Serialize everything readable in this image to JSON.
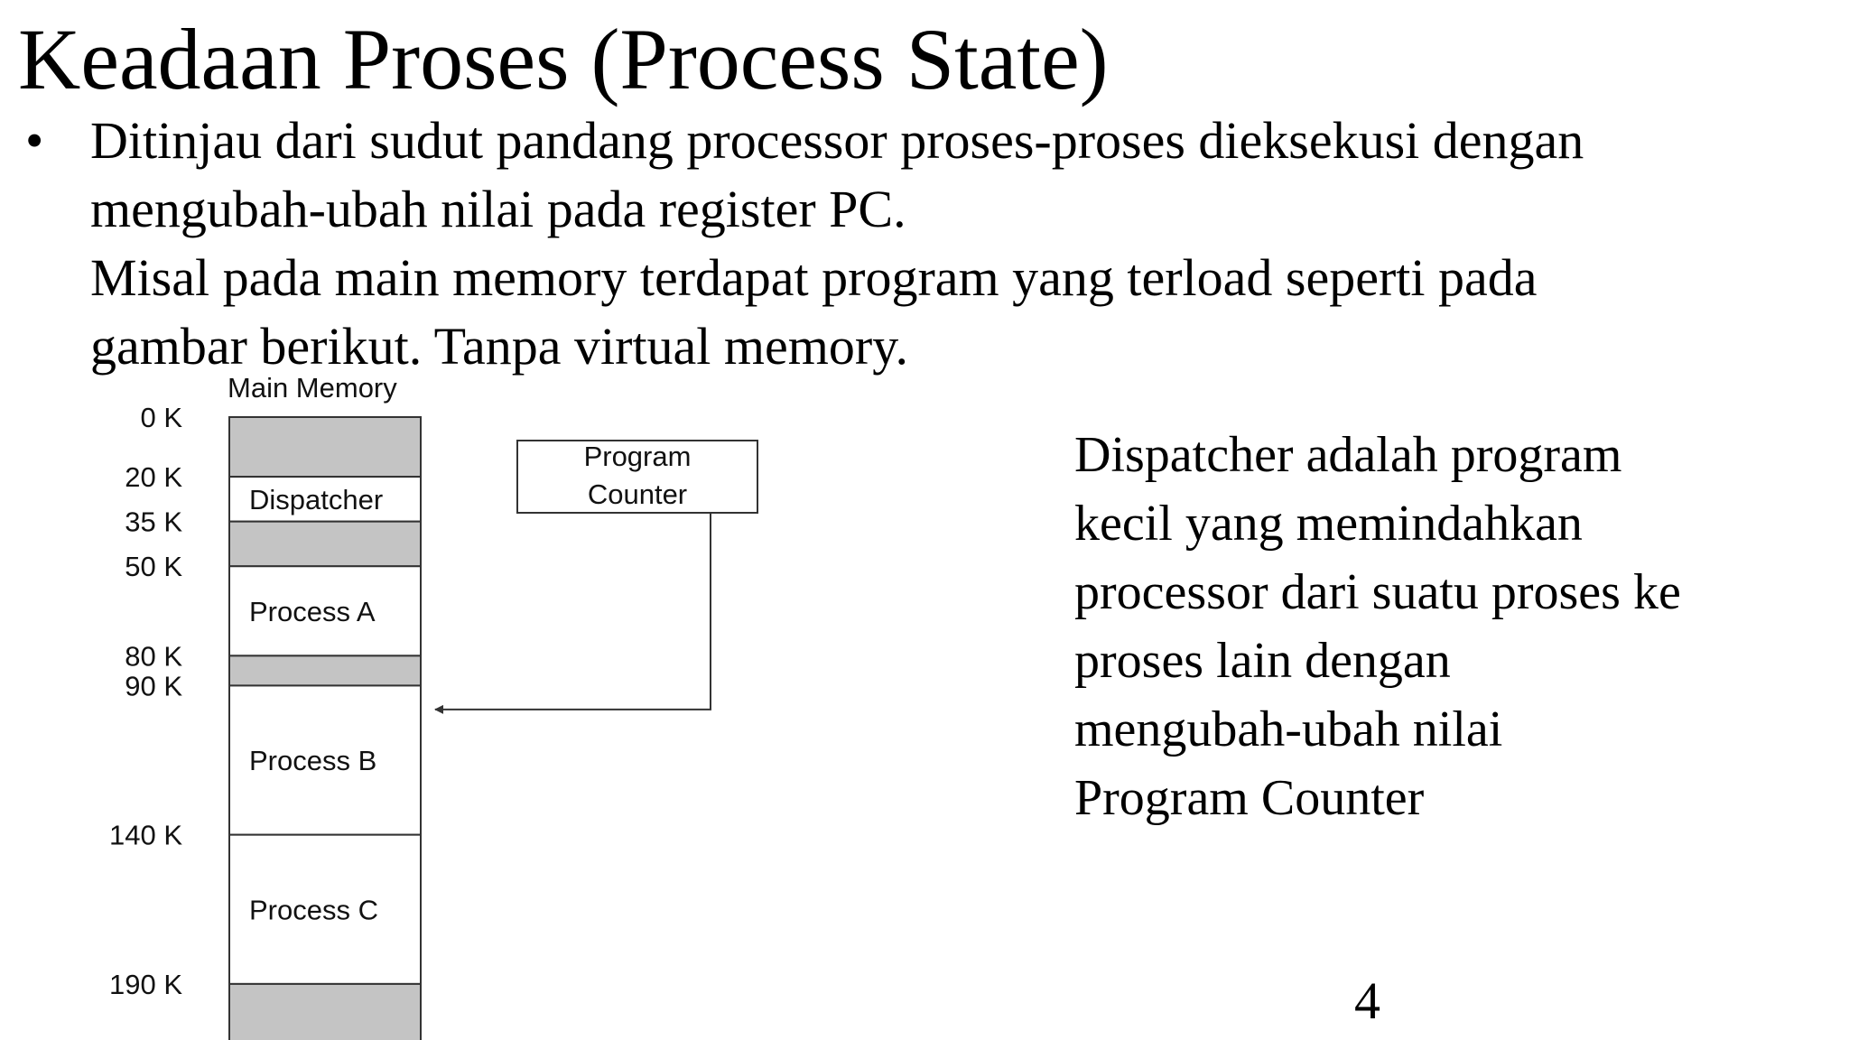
{
  "slide": {
    "title": "Keadaan Proses (Process State)",
    "bullet_lines": [
      "Ditinjau dari sudut pandang processor proses-proses dieksekusi dengan",
      "mengubah-ubah nilai pada register PC.",
      "Misal pada main memory terdapat program yang terload seperti pada",
      "gambar berikut. Tanpa virtual memory."
    ],
    "bullet_symbol": "•",
    "side_note_lines": [
      "Dispatcher adalah program",
      "kecil yang memindahkan",
      "processor dari suatu proses ke",
      "proses lain dengan",
      "mengubah-ubah nilai",
      "Program Counter"
    ],
    "page_number": "4"
  },
  "diagram": {
    "title": "Main Memory",
    "address_unit": "K",
    "memory_max": 210,
    "segments": [
      {
        "start": 0,
        "end": 20,
        "label": "",
        "filled": true
      },
      {
        "start": 20,
        "end": 35,
        "label": "Dispatcher",
        "filled": false
      },
      {
        "start": 35,
        "end": 50,
        "label": "",
        "filled": true
      },
      {
        "start": 50,
        "end": 80,
        "label": "Process A",
        "filled": false
      },
      {
        "start": 80,
        "end": 90,
        "label": "",
        "filled": true
      },
      {
        "start": 90,
        "end": 140,
        "label": "Process B",
        "filled": false
      },
      {
        "start": 140,
        "end": 190,
        "label": "Process C",
        "filled": false
      },
      {
        "start": 190,
        "end": 210,
        "label": "",
        "filled": true
      }
    ],
    "addresses": [
      {
        "value": 0,
        "label": "0 K"
      },
      {
        "value": 20,
        "label": "20 K"
      },
      {
        "value": 35,
        "label": "35 K"
      },
      {
        "value": 50,
        "label": "50 K"
      },
      {
        "value": 80,
        "label": "80 K"
      },
      {
        "value": 90,
        "label": "90 K"
      },
      {
        "value": 140,
        "label": "140 K"
      },
      {
        "value": 190,
        "label": "190 K"
      }
    ],
    "program_counter": {
      "label_lines": [
        "Program",
        "Counter"
      ],
      "points_to": 98
    },
    "colors": {
      "filled": "#c4c4c4",
      "empty": "#ffffff",
      "stroke": "#333333"
    }
  }
}
